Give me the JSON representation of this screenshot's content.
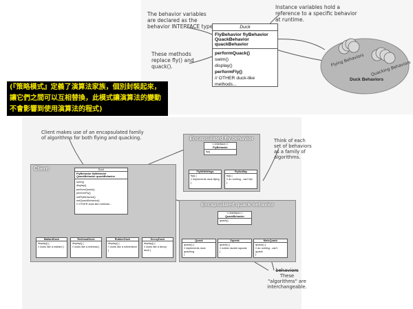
{
  "top": {
    "note_behavior_vars": "The behavior variables are declared as the behavior INTERFACE type.",
    "note_instance_vars": "Instance variables hold a reference to a specific behavior at runtime.",
    "note_methods": "These methods replace fly() and quack().",
    "duck_class": {
      "name": "Duck",
      "fields": [
        "FlyBehavior flyBehavior",
        "QuackBehavior quackBehavior"
      ],
      "methods": [
        "performQuack()",
        "swim()",
        "display()",
        "performFly()",
        "// OTHER duck-like methods..."
      ]
    },
    "cloud": {
      "fly_label": "Flying Behaviors",
      "quack_label": "Quacking Behaviors",
      "title": "Duck Behaviors"
    }
  },
  "note_overlay": "(『策略模式』定義了演算法家族，個別封裝起來，讓它們之間可以互相替換，此模式讓演算法的變動不會影響到使用演算法的程式)",
  "bottom": {
    "note_client": "Client makes use of an encapsulated family of algorithms for both flying and quacking.",
    "note_think": "Think of each set of behaviors as a family of algorithms.",
    "note_interchangeable_strike": "behaviors",
    "note_interchangeable": "These \"algorithms\" are interchangeable.",
    "client_panel": {
      "title": "Client",
      "duck": {
        "name": "Duck",
        "fields": [
          "FlyBehavior flyBehavior",
          "QuackBehavior quackBehavior"
        ],
        "methods": [
          "swim()",
          "display()",
          "performQuack()",
          "performFly()",
          "setFlyBehavior()",
          "setQuackBehavior()",
          "// OTHER duck-like methods..."
        ]
      },
      "subclasses": [
        {
          "name": "MallardDuck",
          "lines": [
            "display() {",
            "// looks like a mallard }"
          ]
        },
        {
          "name": "RedheadDuck",
          "lines": [
            "display() {",
            "// looks like a redhead }"
          ]
        },
        {
          "name": "RubberDuck",
          "lines": [
            "display() {",
            "// looks like a rubberduck }"
          ]
        },
        {
          "name": "DecoyDuck",
          "lines": [
            "display() {",
            "// looks like a decoy duck }"
          ]
        }
      ]
    },
    "fly_panel": {
      "title": "Encapsulated fly behavior",
      "interface": {
        "stereotype": "<<interface>>",
        "name": "FlyBehavior",
        "methods": [
          "fly()"
        ]
      },
      "impls": [
        {
          "name": "FlyWithWings",
          "lines": [
            "fly() {",
            "// implements duck flying",
            "}"
          ]
        },
        {
          "name": "FlyNoWay",
          "lines": [
            "fly() {",
            "// do nothing - can't fly!",
            "}"
          ]
        }
      ]
    },
    "quack_panel": {
      "title": "Encapsulated quack behavior",
      "interface": {
        "stereotype": "<<interface>>",
        "name": "QuackBehavior",
        "methods": [
          "quack()"
        ]
      },
      "impls": [
        {
          "name": "Quack",
          "lines": [
            "quack() {",
            "// implements duck quacking",
            "}"
          ]
        },
        {
          "name": "Squeak",
          "lines": [
            "quack() {",
            "// rubber duckie squeak",
            "}"
          ]
        },
        {
          "name": "MuteQuack",
          "lines": [
            "quack() {",
            "// do nothing - can't quack!",
            "}"
          ]
        }
      ]
    }
  }
}
